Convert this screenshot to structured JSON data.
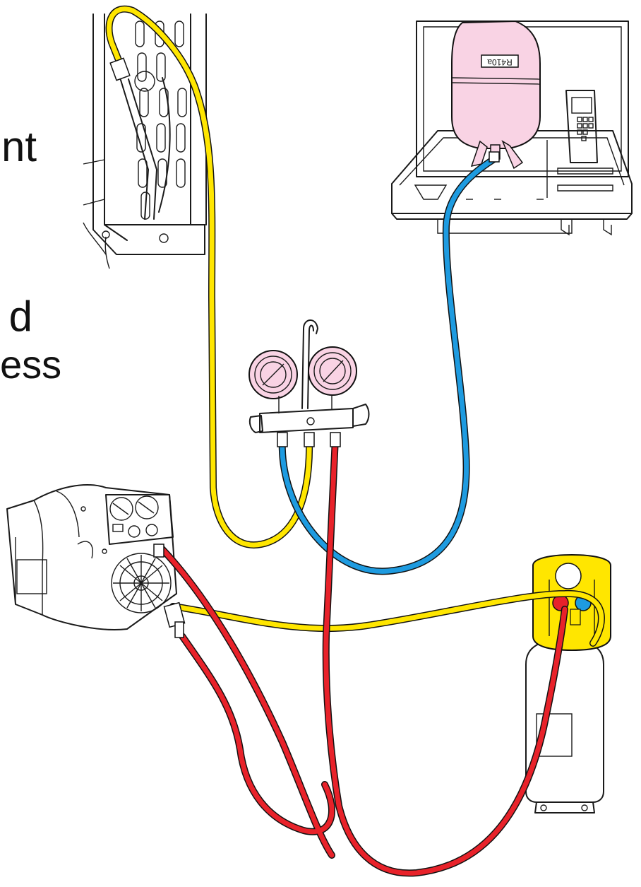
{
  "text_fragments": [
    "nt",
    "d",
    "ess"
  ],
  "cylinder_label": "R410a",
  "colors": {
    "yellow_hose": "#ffe600",
    "blue_hose": "#1e9be0",
    "red_hose": "#e8222a",
    "pink_cylinder": "#f9d3e4",
    "yellow_cap": "#ffe600"
  },
  "icons": [
    "heat-exchanger-coil",
    "refrigerant-cylinder-r410a",
    "charging-scale",
    "manifold-gauge-set",
    "recovery-machine",
    "recovery-tank"
  ]
}
